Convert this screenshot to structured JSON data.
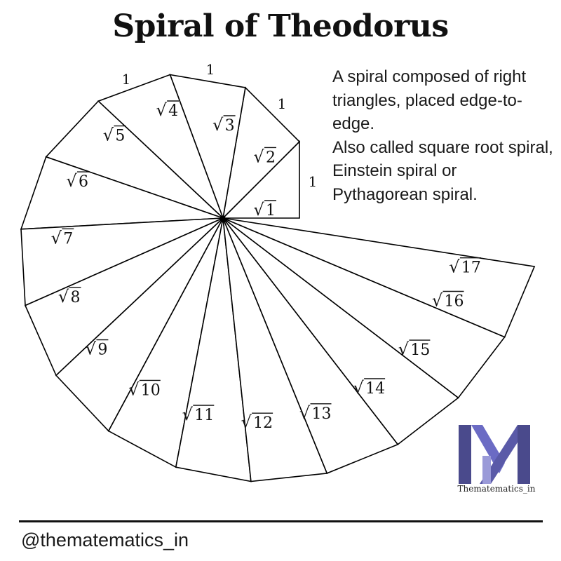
{
  "title": "Spiral of Theodorus",
  "description": [
    "A spiral composed of right triangles, placed edge-to-edge.",
    "Also called square root spiral, Einstein spiral or Pythagorean spiral."
  ],
  "spiral": {
    "unit_label": "1",
    "triangle_count": 16,
    "hypotenuse_labels": [
      "1",
      "2",
      "3",
      "4",
      "5",
      "6",
      "7",
      "8",
      "9",
      "10",
      "11",
      "12",
      "13",
      "14",
      "15",
      "16",
      "17"
    ]
  },
  "brand": {
    "name": "Thematematics_in",
    "handle": "@thematematics_in",
    "logo_colors": [
      "#4a4a8c",
      "#6b6bc4",
      "#9a9ad8"
    ]
  }
}
